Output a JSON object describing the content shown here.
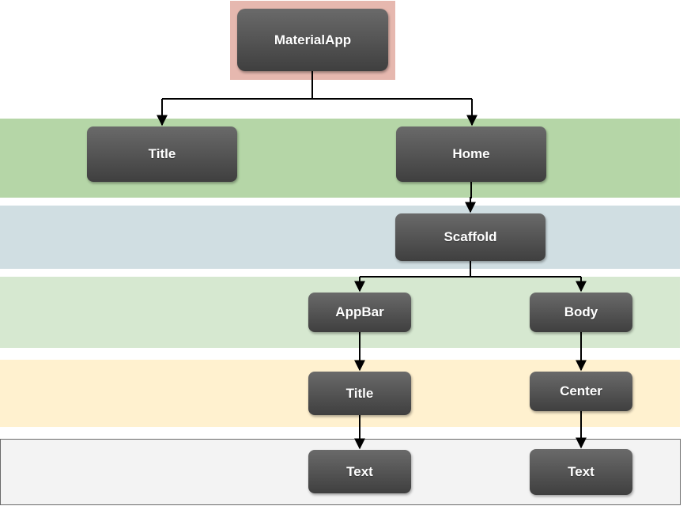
{
  "nodes": {
    "materialapp": "MaterialApp",
    "title_top": "Title",
    "home": "Home",
    "scaffold": "Scaffold",
    "appbar": "AppBar",
    "body": "Body",
    "title_appbar": "Title",
    "center": "Center",
    "text_left": "Text",
    "text_right": "Text"
  },
  "colors": {
    "root_highlight": "#e6b8af",
    "level1_band": "#b5d6a7",
    "level2_band": "#d0dee2",
    "level3_band": "#d6e8d0",
    "level4_band": "#fff1cf",
    "level5_band": "#f3f3f3",
    "node_fill": "#4f4f4f",
    "node_text": "#ffffff"
  }
}
